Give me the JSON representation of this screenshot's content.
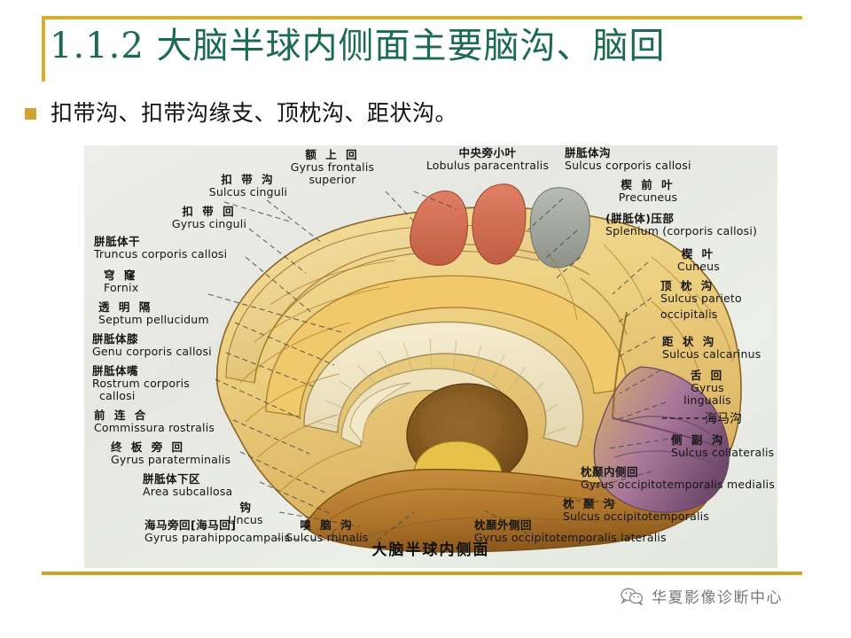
{
  "slide": {
    "title": "1.1.2 大脑半球内侧面主要脑沟、脑回",
    "bullet": "扣带沟、扣带沟缘支、顶枕沟、距状沟。",
    "accent_gold": "#d4b02c",
    "title_green": "#1d6b4f"
  },
  "figure": {
    "caption": "大脑半球内侧面",
    "annotation": "海马沟",
    "labels": [
      {
        "cn": "额 上 回",
        "la": "Gyrus frontalis superior"
      },
      {
        "cn": "中央旁小叶",
        "la": "Lobulus paracentralis"
      },
      {
        "cn": "胼胝体沟",
        "la": "Sulcus corporis callosi"
      },
      {
        "cn": "扣 带 沟",
        "la": "Sulcus cinguli"
      },
      {
        "cn": "扣 带 回",
        "la": "Gyrus cinguli"
      },
      {
        "cn": "胼胝体干",
        "la": "Truncus corporis  callosi"
      },
      {
        "cn": "穹    窿",
        "la": "Fornix"
      },
      {
        "cn": "透 明 隔",
        "la": "Septum pellucidum"
      },
      {
        "cn": "胼胝体膝",
        "la": "Genu corporis callosi"
      },
      {
        "cn": "胼胝体嘴",
        "la": "Rostrum corporis"
      },
      {
        "cn": "",
        "la": "callosi"
      },
      {
        "cn": "前 连 合",
        "la": "Commissura rostralis"
      },
      {
        "cn": "终 板 旁 回",
        "la": "Gyrus paraterminalis"
      },
      {
        "cn": "胼胝体下区",
        "la": "Area subcallosa"
      },
      {
        "cn": "钩",
        "la": "Uncus"
      },
      {
        "cn": "海马旁回[海马回]",
        "la": "Gyrus parahippocampalis"
      },
      {
        "cn": "嗅 脑 沟",
        "la": "Sulcus rhinalis"
      },
      {
        "cn": "楔 前 叶",
        "la": "Precuneus"
      },
      {
        "cn": "(胼胝体)压部",
        "la": "Splenium (corporis callosi)"
      },
      {
        "cn": "楔    叶",
        "la": "Cuneus"
      },
      {
        "cn": "顶 枕 沟",
        "la": "Sulcus parieto"
      },
      {
        "cn": "",
        "la": "occipitalis"
      },
      {
        "cn": "距 状 沟",
        "la": "Sulcus calcarinus"
      },
      {
        "cn": "舌    回",
        "la": "Gyrus lingualis"
      },
      {
        "cn": "侧 副 沟",
        "la": "Sulcus collateralis"
      },
      {
        "cn": "枕颞内侧回",
        "la": "Gyrus occipitotemporalis medialis"
      },
      {
        "cn": "枕 颞 沟",
        "la": "Sulcus occipitotemporalis"
      },
      {
        "cn": "枕颞外侧回",
        "la": "Gyrus occipitotemporalis lateralis"
      }
    ]
  },
  "watermark": {
    "text": "华夏影像诊断中心",
    "icon": "wechat-icon"
  }
}
